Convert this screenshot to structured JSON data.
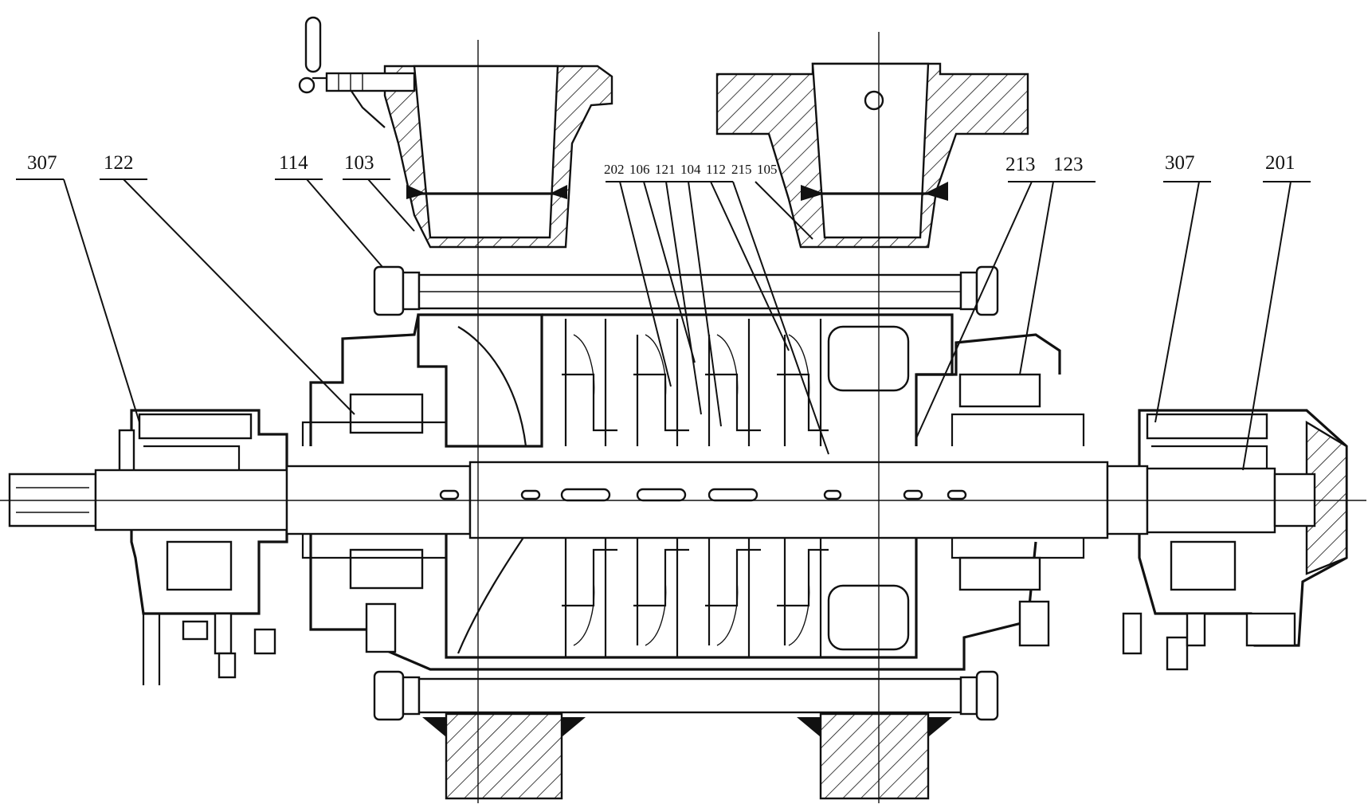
{
  "labels": {
    "l307_left": "307",
    "l122": "122",
    "l114": "114",
    "l103": "103",
    "l202": "202",
    "l106": "106",
    "l121": "121",
    "l104": "104",
    "l112": "112",
    "l215": "215",
    "l105": "105",
    "l213": "213",
    "l123": "123",
    "l307_right": "307",
    "l201": "201"
  }
}
